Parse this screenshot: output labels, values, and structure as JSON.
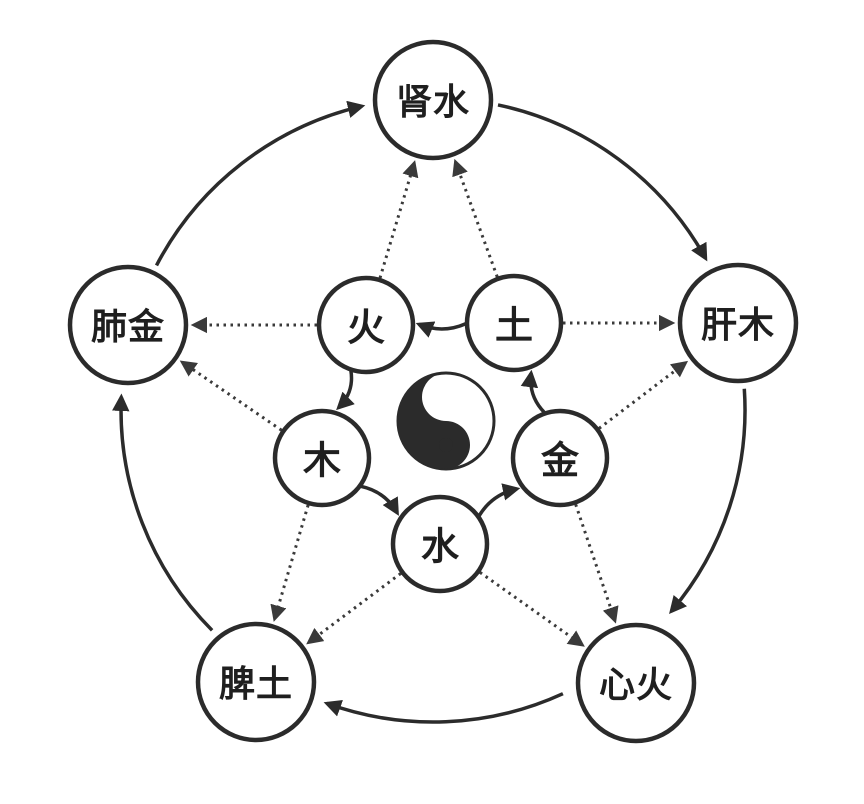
{
  "diagram": {
    "outer_nodes": [
      {
        "id": "kidney",
        "label": "肾水"
      },
      {
        "id": "liver",
        "label": "肝木"
      },
      {
        "id": "heart",
        "label": "心火"
      },
      {
        "id": "spleen",
        "label": "脾土"
      },
      {
        "id": "lung",
        "label": "肺金"
      }
    ],
    "inner_nodes": [
      {
        "id": "fire",
        "label": "火"
      },
      {
        "id": "earth",
        "label": "土"
      },
      {
        "id": "metal",
        "label": "金"
      },
      {
        "id": "water",
        "label": "水"
      },
      {
        "id": "wood",
        "label": "木"
      }
    ],
    "center_symbol": "yin-yang-icon",
    "solid_arrows": [
      {
        "from": "lung",
        "to": "kidney"
      },
      {
        "from": "kidney",
        "to": "liver"
      },
      {
        "from": "liver",
        "to": "heart"
      },
      {
        "from": "heart",
        "to": "spleen"
      },
      {
        "from": "spleen",
        "to": "lung"
      },
      {
        "from": "earth",
        "to": "fire"
      },
      {
        "from": "fire",
        "to": "wood"
      },
      {
        "from": "wood",
        "to": "water"
      },
      {
        "from": "water",
        "to": "metal"
      },
      {
        "from": "metal",
        "to": "earth"
      }
    ],
    "dotted_arrows": [
      {
        "from": "fire",
        "to": "kidney"
      },
      {
        "from": "fire",
        "to": "lung"
      },
      {
        "from": "earth",
        "to": "kidney"
      },
      {
        "from": "earth",
        "to": "liver"
      },
      {
        "from": "metal",
        "to": "liver"
      },
      {
        "from": "metal",
        "to": "heart"
      },
      {
        "from": "water",
        "to": "heart"
      },
      {
        "from": "water",
        "to": "spleen"
      },
      {
        "from": "wood",
        "to": "spleen"
      },
      {
        "from": "wood",
        "to": "lung"
      }
    ],
    "colors": {
      "ink": "#2b2b2b",
      "background": "#ffffff"
    }
  }
}
